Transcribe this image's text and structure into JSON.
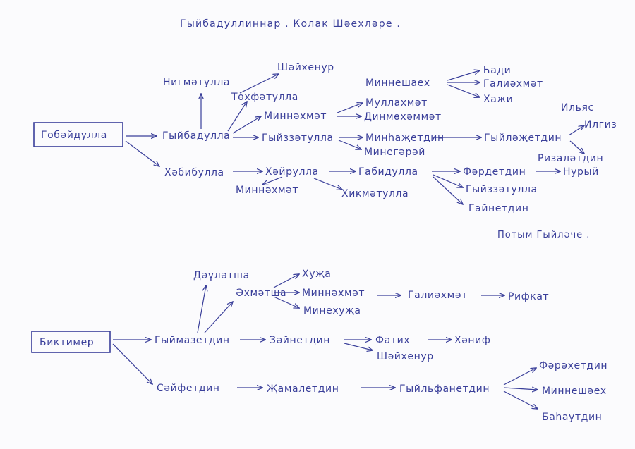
{
  "title": "Гыйбадуллиннар . Колак Шәехләре .",
  "note": "Потым Гыйләче .",
  "tree1": {
    "root": "Гобәйдулла",
    "n1": "Гыйбадулла",
    "n2": "Хәбибулла",
    "n3": "Нигмәтулла",
    "n4": "Төхфәтулла",
    "n5": "Шәйхенур",
    "n6": "Миннәхмәт",
    "n7": "Миннешаех",
    "n8": "Һади",
    "n9": "Галиәхмәт",
    "n10": "Хажи",
    "n11": "Муллахмәт",
    "n12": "Динмөхәммәт",
    "n13": "Гыйззәтулла",
    "n14": "Минһаҗетдин",
    "n15": "Минегәрәй",
    "n16": "Гыйләҗетдин",
    "n17": "Ильяс",
    "n18": "Илгиз",
    "n19": "Ризаләтдин",
    "n20": "Хәйрулла",
    "n21": "Миннәхмәт",
    "n22": "Хикмәтулла",
    "n23": "Габидулла",
    "n24": "Фәрдетдин",
    "n25": "Нурый",
    "n26": "Гыйззәтулла",
    "n27": "Гайнетдин"
  },
  "tree2": {
    "root": "Биктимер",
    "m1": "Гыймазетдин",
    "m2": "Сәйфетдин",
    "m3": "Дәүләтша",
    "m4": "Әхмәтша",
    "m5": "Хуҗа",
    "m6": "Миннәхмәт",
    "m7": "Минехуҗа",
    "m8": "Галиәхмәт",
    "m9": "Рифкат",
    "m10": "Зәйнетдин",
    "m11": "Фатих",
    "m12": "Хәниф",
    "m13": "Шәйхенур",
    "m14": "Җамалетдин",
    "m15": "Гыйльфанетдин",
    "m16": "Фәрәхетдин",
    "m17": "Миннешәех",
    "m18": "Баһаутдин"
  },
  "colors": {
    "ink": "#3a3f9a",
    "paper": "#fbfbfd"
  }
}
